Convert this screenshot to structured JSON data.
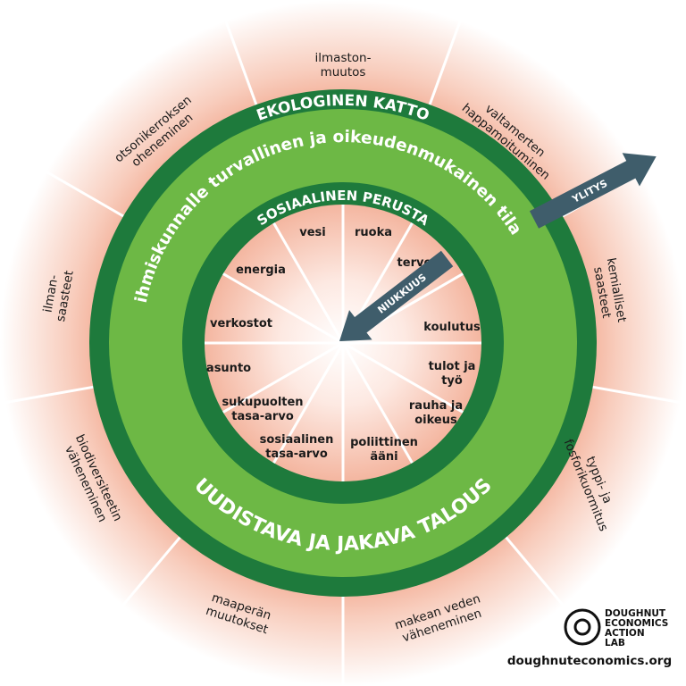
{
  "colors": {
    "dark_green": "#1e7a3c",
    "light_green": "#6db845",
    "pink": "#f4b6a0",
    "arrow": "#3f5d6b"
  },
  "rings": {
    "ceiling": "EKOLOGINEN KATTO",
    "safe_space": "ihmiskunnalle turvallinen ja oikeudenmukainen tila",
    "foundation": "SOSIAALINEN PERUSTA",
    "economy": "UUDISTAVA JA JAKAVA TALOUS"
  },
  "arrows": {
    "overshoot": "YLITYS",
    "shortfall": "NIUKKUUS"
  },
  "ecological": [
    {
      "lines": [
        "ilmaston-",
        "muutos"
      ]
    },
    {
      "lines": [
        "valtamerten",
        "happamoituminen"
      ]
    },
    {
      "lines": [
        "kemialliset",
        "saasteet"
      ]
    },
    {
      "lines": [
        "typpi- ja",
        "fosforikuormitus"
      ]
    },
    {
      "lines": [
        "makean veden",
        "väheneminen"
      ]
    },
    {
      "lines": [
        "maaperän",
        "muutokset"
      ]
    },
    {
      "lines": [
        "biodiversiteetin",
        "väheneminen"
      ]
    },
    {
      "lines": [
        "ilman-",
        "saasteet"
      ]
    },
    {
      "lines": [
        "otsonikerroksen",
        "oheneminen"
      ]
    }
  ],
  "social": [
    {
      "lines": [
        "vesi"
      ]
    },
    {
      "lines": [
        "ruoka"
      ]
    },
    {
      "lines": [
        "energia"
      ]
    },
    {
      "lines": [
        "terveys"
      ]
    },
    {
      "lines": [
        "verkostot"
      ]
    },
    {
      "lines": [
        "koulutus"
      ]
    },
    {
      "lines": [
        "asunto"
      ]
    },
    {
      "lines": [
        "tulot ja",
        "työ"
      ]
    },
    {
      "lines": [
        "sukupuolten",
        "tasa-arvo"
      ]
    },
    {
      "lines": [
        "rauha ja",
        "oikeus"
      ]
    },
    {
      "lines": [
        "sosiaalinen",
        "tasa-arvo"
      ]
    },
    {
      "lines": [
        "poliittinen",
        "ääni"
      ]
    }
  ],
  "logo": {
    "lines": [
      "DOUGHNUT",
      "ECONOMICS",
      "ACTION",
      "LAB"
    ],
    "url": "doughnuteconomics.org"
  }
}
